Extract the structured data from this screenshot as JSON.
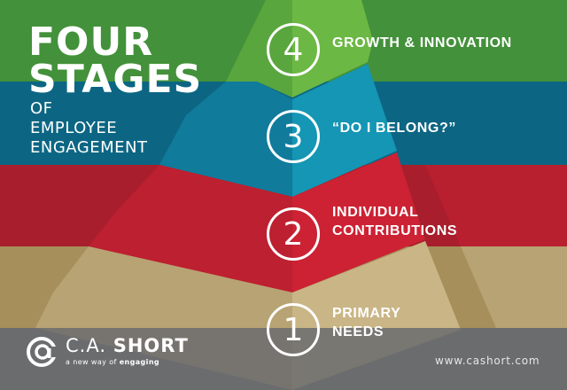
{
  "title": {
    "line1": "FOUR",
    "line2": "STAGES",
    "line3": "OF",
    "line4": "EMPLOYEE",
    "line5": "ENGAGEMENT"
  },
  "stages": [
    {
      "number": "4",
      "label_lines": [
        "GROWTH & INNOVATION"
      ],
      "color": "#6cb844"
    },
    {
      "number": "3",
      "label_lines": [
        "“DO I BELONG?”"
      ],
      "color": "#1496b4"
    },
    {
      "number": "2",
      "label_lines": [
        "INDIVIDUAL",
        "CONTRIBUTIONS"
      ],
      "color": "#cc2233"
    },
    {
      "number": "1",
      "label_lines": [
        "PRIMARY",
        "NEEDS"
      ],
      "color": "#b39c5e"
    }
  ],
  "brand": {
    "name_light": "C.A.",
    "name_bold": "SHORT",
    "tagline_plain": "a new way of ",
    "tagline_bold": "engaging",
    "website": "www.cashort.com"
  },
  "colors": {
    "green_dark": "#43913a",
    "green_light": "#6cb844",
    "blue_dark": "#0c6683",
    "blue_light": "#1496b4",
    "red_dark": "#a81e2c",
    "red_light": "#cc2233",
    "tan_dark": "#a68f5b",
    "tan_light": "#c9b586",
    "gray": "#6b6c6f"
  }
}
